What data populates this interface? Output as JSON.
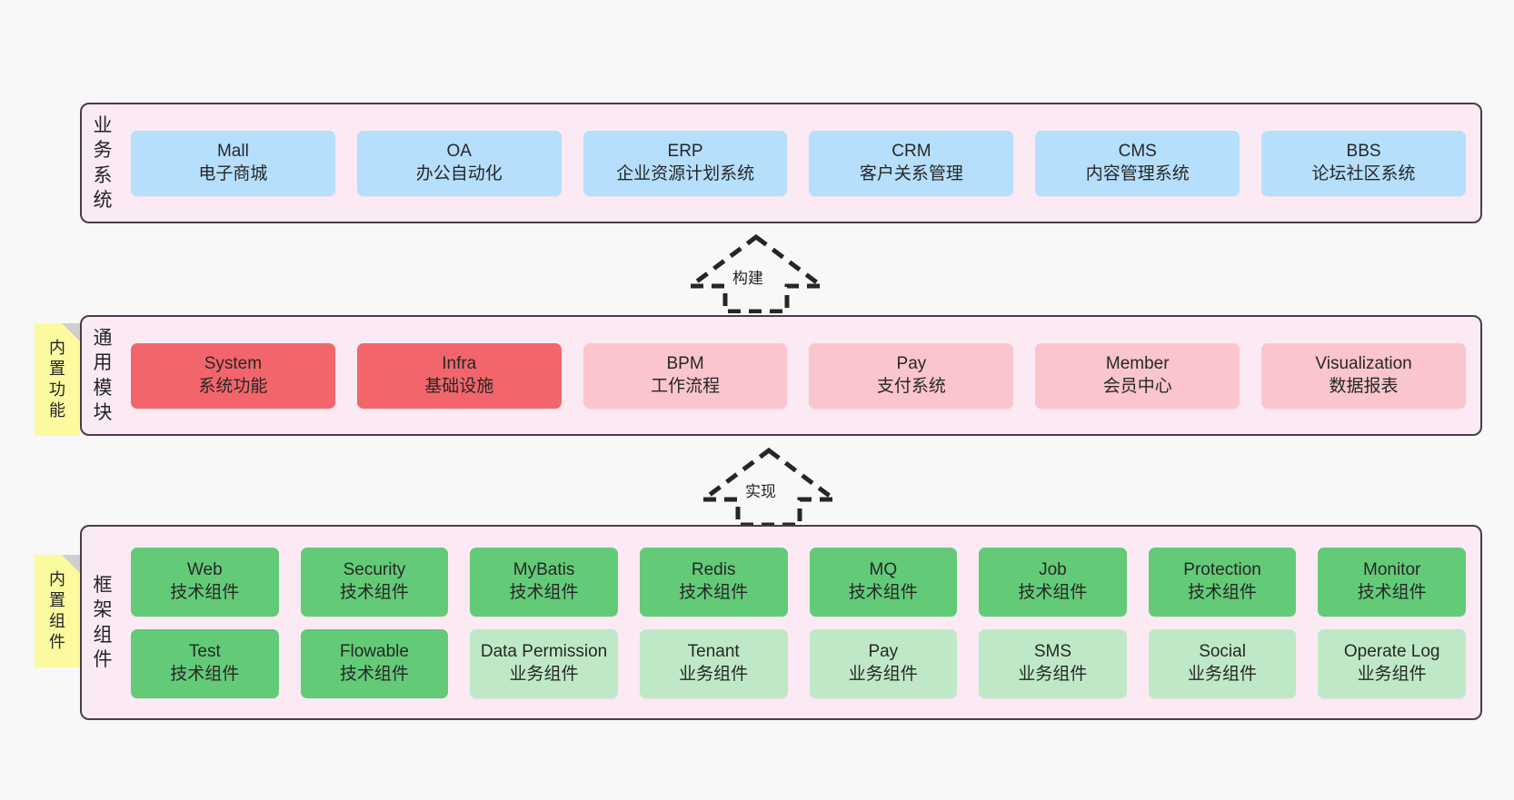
{
  "diagram": {
    "layers": [
      {
        "id": "business",
        "title": "业务系统",
        "rows": [
          {
            "nodes": [
              {
                "en": "Mall",
                "cn": "电子商城",
                "color": "blue"
              },
              {
                "en": "OA",
                "cn": "办公自动化",
                "color": "blue"
              },
              {
                "en": "ERP",
                "cn": "企业资源计划系统",
                "color": "blue"
              },
              {
                "en": "CRM",
                "cn": "客户关系管理",
                "color": "blue"
              },
              {
                "en": "CMS",
                "cn": "内容管理系统",
                "color": "blue"
              },
              {
                "en": "BBS",
                "cn": "论坛社区系统",
                "color": "blue"
              }
            ]
          }
        ]
      },
      {
        "id": "common",
        "title": "通用模块",
        "note": "内置功能",
        "rows": [
          {
            "nodes": [
              {
                "en": "System",
                "cn": "系统功能",
                "color": "red"
              },
              {
                "en": "Infra",
                "cn": "基础设施",
                "color": "red"
              },
              {
                "en": "BPM",
                "cn": "工作流程",
                "color": "pink"
              },
              {
                "en": "Pay",
                "cn": "支付系统",
                "color": "pink"
              },
              {
                "en": "Member",
                "cn": "会员中心",
                "color": "pink"
              },
              {
                "en": "Visualization",
                "cn": "数据报表",
                "color": "pink"
              }
            ]
          }
        ]
      },
      {
        "id": "frame",
        "title": "框架组件",
        "note": "内置组件",
        "rows": [
          {
            "nodes": [
              {
                "en": "Web",
                "cn": "技术组件",
                "color": "green"
              },
              {
                "en": "Security",
                "cn": "技术组件",
                "color": "green"
              },
              {
                "en": "MyBatis",
                "cn": "技术组件",
                "color": "green"
              },
              {
                "en": "Redis",
                "cn": "技术组件",
                "color": "green"
              },
              {
                "en": "MQ",
                "cn": "技术组件",
                "color": "green"
              },
              {
                "en": "Job",
                "cn": "技术组件",
                "color": "green"
              },
              {
                "en": "Protection",
                "cn": "技术组件",
                "color": "green"
              },
              {
                "en": "Monitor",
                "cn": "技术组件",
                "color": "green"
              }
            ]
          },
          {
            "nodes": [
              {
                "en": "Test",
                "cn": "技术组件",
                "color": "green"
              },
              {
                "en": "Flowable",
                "cn": "技术组件",
                "color": "green"
              },
              {
                "en": "Data Permission",
                "cn": "业务组件",
                "color": "lightgreen"
              },
              {
                "en": "Tenant",
                "cn": "业务组件",
                "color": "lightgreen"
              },
              {
                "en": "Pay",
                "cn": "业务组件",
                "color": "lightgreen"
              },
              {
                "en": "SMS",
                "cn": "业务组件",
                "color": "lightgreen"
              },
              {
                "en": "Social",
                "cn": "业务组件",
                "color": "lightgreen"
              },
              {
                "en": "Operate Log",
                "cn": "业务组件",
                "color": "lightgreen"
              }
            ]
          }
        ]
      }
    ],
    "connectors": [
      {
        "id": "build",
        "label": "构建"
      },
      {
        "id": "impl",
        "label": "实现"
      }
    ],
    "colors": {
      "canvas_background": "#f8f8f8",
      "layer_background": "#fbeaf4",
      "layer_border": "#4a3b4d",
      "note_background": "#fbfa9e",
      "note_fold": "#cfcfcf",
      "blue": "#b5dffc",
      "red": "#f2666b",
      "pink": "#fbc5cd",
      "green": "#63cb78",
      "lightgreen": "#bfe9c6",
      "text": "#272727"
    }
  }
}
